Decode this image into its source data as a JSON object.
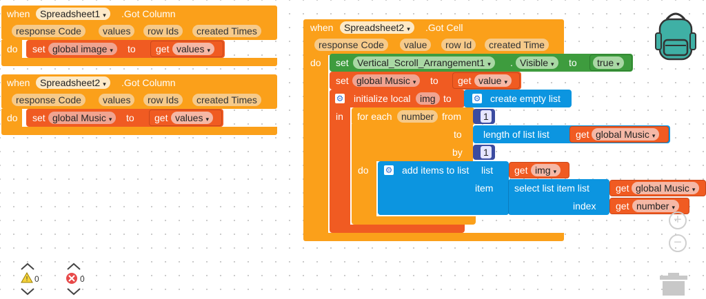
{
  "event1": {
    "when": "when",
    "component": "Spreadsheet1",
    "event": ".Got Column",
    "params": [
      "response Code",
      "values",
      "row Ids",
      "created Times"
    ],
    "do": "do",
    "set": "set",
    "var": "global image",
    "to": "to",
    "get": "get",
    "value": "values"
  },
  "event2": {
    "when": "when",
    "component": "Spreadsheet2",
    "event": ".Got Column",
    "params": [
      "response Code",
      "values",
      "row Ids",
      "created Times"
    ],
    "do": "do",
    "set": "set",
    "var": "global Music",
    "to": "to",
    "get": "get",
    "value": "values"
  },
  "event3": {
    "when": "when",
    "component": "Spreadsheet2",
    "event": ".Got Cell",
    "params": [
      "response Code",
      "value",
      "row Id",
      "created Time"
    ],
    "do": "do",
    "set1": {
      "set": "set",
      "component": "Vertical_Scroll_Arrangement1",
      "prop": "Visible",
      "to": "to",
      "value": "true"
    },
    "set2": {
      "set": "set",
      "var": "global Music",
      "to": "to",
      "get": "get",
      "value": "value"
    },
    "init": {
      "label": "initialize local",
      "name": "img",
      "to": "to",
      "value": "create empty list",
      "in": "in"
    },
    "foreach": {
      "label": "for each",
      "var": "number",
      "from": "from",
      "from_val": "1",
      "to": "to",
      "length": "length of list  list",
      "get": "get",
      "list_var": "global Music",
      "by": "by",
      "by_val": "1",
      "do": "do"
    },
    "add": {
      "label": "add items to list",
      "list_kw": "list",
      "get1": "get",
      "var1": "img",
      "item_kw": "item",
      "select": "select list item  list",
      "get2": "get",
      "var2": "global Music",
      "index_kw": "index",
      "get3": "get",
      "var3": "number"
    }
  },
  "status": {
    "warnings": "0",
    "errors": "0"
  },
  "colors": {
    "event": "#fba01a",
    "variable": "#f05b22",
    "list": "#0c95e0",
    "component": "#3e9c3e",
    "math": "#3c4ca0"
  }
}
